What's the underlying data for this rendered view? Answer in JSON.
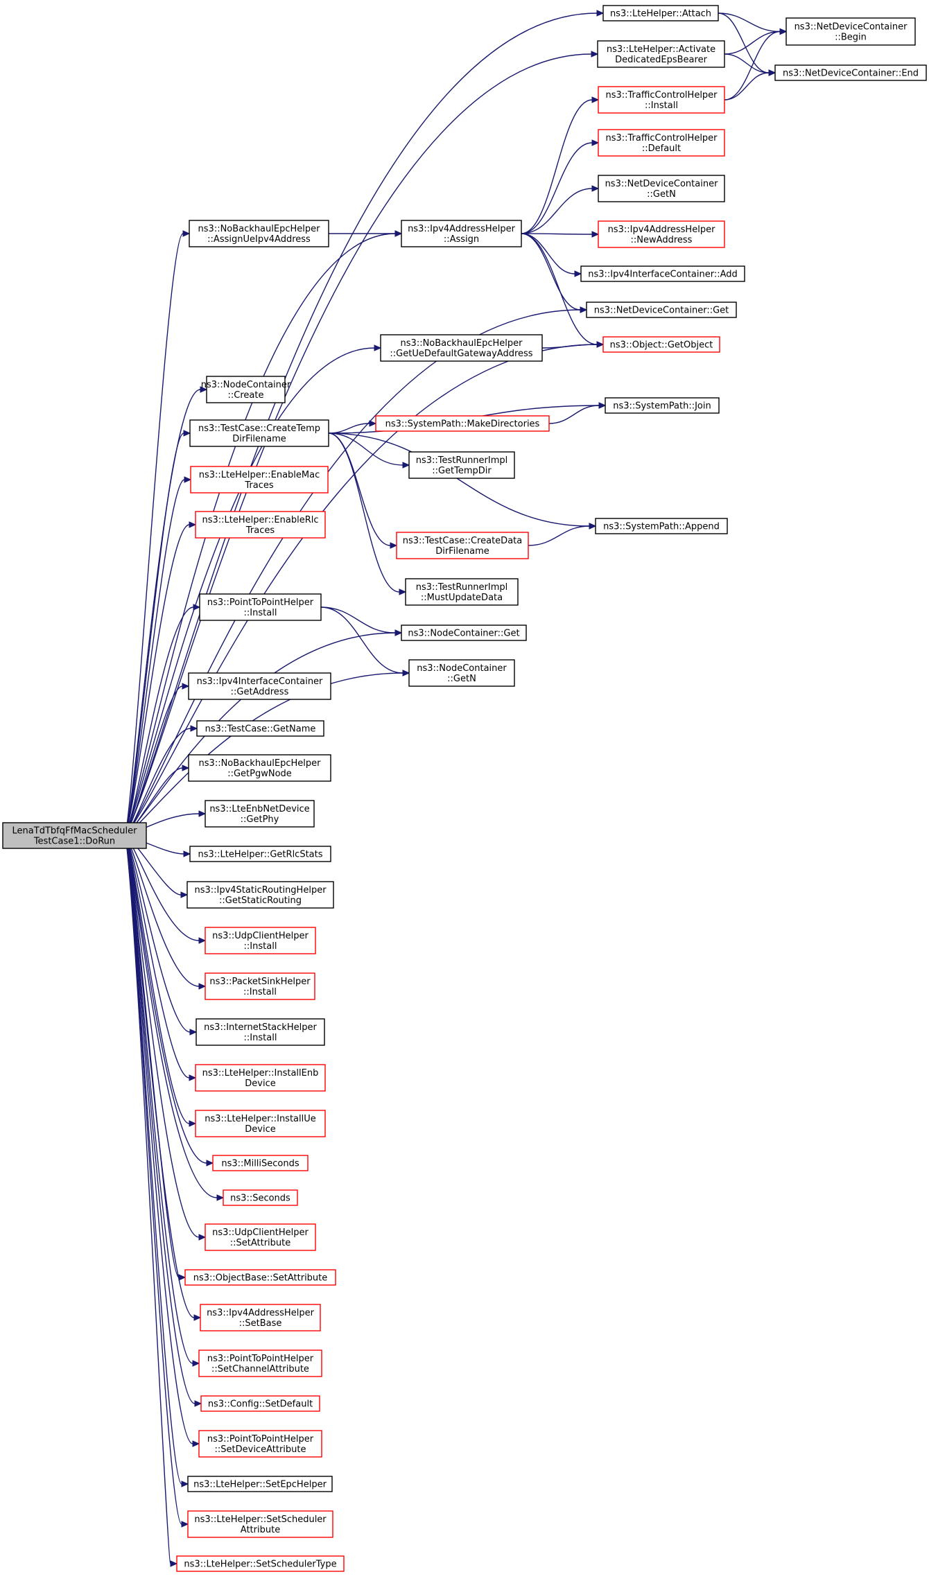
{
  "diagram": {
    "root": "n0",
    "nodes": [
      {
        "id": "n0",
        "lines": [
          "LenaTdTbfqFfMacScheduler",
          "TestCase1::DoRun"
        ],
        "color": "root"
      },
      {
        "id": "n1",
        "lines": [
          "ns3::LteHelper::Attach"
        ],
        "color": "black"
      },
      {
        "id": "n2",
        "lines": [
          "ns3::NetDeviceContainer",
          "::Begin"
        ],
        "color": "black"
      },
      {
        "id": "n3",
        "lines": [
          "ns3::NetDeviceContainer::End"
        ],
        "color": "black"
      },
      {
        "id": "n4",
        "lines": [
          "ns3::LteHelper::Activate",
          "DedicatedEpsBearer"
        ],
        "color": "black"
      },
      {
        "id": "n5",
        "lines": [
          "ns3::TrafficControlHelper",
          "::Install"
        ],
        "color": "red"
      },
      {
        "id": "n6",
        "lines": [
          "ns3::TrafficControlHelper",
          "::Default"
        ],
        "color": "red"
      },
      {
        "id": "n7",
        "lines": [
          "ns3::NetDeviceContainer",
          "::GetN"
        ],
        "color": "black"
      },
      {
        "id": "n8",
        "lines": [
          "ns3::Ipv4AddressHelper",
          "::NewAddress"
        ],
        "color": "red"
      },
      {
        "id": "n9",
        "lines": [
          "ns3::Ipv4InterfaceContainer::Add"
        ],
        "color": "black"
      },
      {
        "id": "n10",
        "lines": [
          "ns3::NetDeviceContainer::Get"
        ],
        "color": "black"
      },
      {
        "id": "n11",
        "lines": [
          "ns3::Object::GetObject"
        ],
        "color": "red"
      },
      {
        "id": "n12",
        "lines": [
          "ns3::NoBackhaulEpcHelper",
          "::AssignUeIpv4Address"
        ],
        "color": "black"
      },
      {
        "id": "n13",
        "lines": [
          "ns3::Ipv4AddressHelper",
          "::Assign"
        ],
        "color": "black"
      },
      {
        "id": "n14",
        "lines": [
          "ns3::NoBackhaulEpcHelper",
          "::GetUeDefaultGatewayAddress"
        ],
        "color": "black"
      },
      {
        "id": "n15",
        "lines": [
          "ns3::NodeContainer",
          "::Create"
        ],
        "color": "black"
      },
      {
        "id": "n16",
        "lines": [
          "ns3::TestCase::CreateTemp",
          "DirFilename"
        ],
        "color": "black"
      },
      {
        "id": "n17",
        "lines": [
          "ns3::SystemPath::MakeDirectories"
        ],
        "color": "red"
      },
      {
        "id": "n18",
        "lines": [
          "ns3::SystemPath::Join"
        ],
        "color": "black"
      },
      {
        "id": "n19",
        "lines": [
          "ns3::TestRunnerImpl",
          "::GetTempDir"
        ],
        "color": "black"
      },
      {
        "id": "n20",
        "lines": [
          "ns3::SystemPath::Append"
        ],
        "color": "black"
      },
      {
        "id": "n21",
        "lines": [
          "ns3::TestCase::CreateData",
          "DirFilename"
        ],
        "color": "red"
      },
      {
        "id": "n22",
        "lines": [
          "ns3::TestRunnerImpl",
          "::MustUpdateData"
        ],
        "color": "black"
      },
      {
        "id": "n23",
        "lines": [
          "ns3::LteHelper::EnableMac",
          "Traces"
        ],
        "color": "red"
      },
      {
        "id": "n24",
        "lines": [
          "ns3::LteHelper::EnableRlc",
          "Traces"
        ],
        "color": "red"
      },
      {
        "id": "n25",
        "lines": [
          "ns3::PointToPointHelper",
          "::Install"
        ],
        "color": "black"
      },
      {
        "id": "n26",
        "lines": [
          "ns3::NodeContainer::Get"
        ],
        "color": "black"
      },
      {
        "id": "n27",
        "lines": [
          "ns3::NodeContainer",
          "::GetN"
        ],
        "color": "black"
      },
      {
        "id": "n28",
        "lines": [
          "ns3::Ipv4InterfaceContainer",
          "::GetAddress"
        ],
        "color": "black"
      },
      {
        "id": "n29",
        "lines": [
          "ns3::TestCase::GetName"
        ],
        "color": "black"
      },
      {
        "id": "n30",
        "lines": [
          "ns3::NoBackhaulEpcHelper",
          "::GetPgwNode"
        ],
        "color": "black"
      },
      {
        "id": "n31",
        "lines": [
          "ns3::LteEnbNetDevice",
          "::GetPhy"
        ],
        "color": "black"
      },
      {
        "id": "n32",
        "lines": [
          "ns3::LteHelper::GetRlcStats"
        ],
        "color": "black"
      },
      {
        "id": "n33",
        "lines": [
          "ns3::Ipv4StaticRoutingHelper",
          "::GetStaticRouting"
        ],
        "color": "black"
      },
      {
        "id": "n34",
        "lines": [
          "ns3::UdpClientHelper",
          "::Install"
        ],
        "color": "red"
      },
      {
        "id": "n35",
        "lines": [
          "ns3::PacketSinkHelper",
          "::Install"
        ],
        "color": "red"
      },
      {
        "id": "n36",
        "lines": [
          "ns3::InternetStackHelper",
          "::Install"
        ],
        "color": "black"
      },
      {
        "id": "n37",
        "lines": [
          "ns3::LteHelper::InstallEnb",
          "Device"
        ],
        "color": "red"
      },
      {
        "id": "n38",
        "lines": [
          "ns3::LteHelper::InstallUe",
          "Device"
        ],
        "color": "red"
      },
      {
        "id": "n39",
        "lines": [
          "ns3::MilliSeconds"
        ],
        "color": "red"
      },
      {
        "id": "n40",
        "lines": [
          "ns3::Seconds"
        ],
        "color": "red"
      },
      {
        "id": "n41",
        "lines": [
          "ns3::UdpClientHelper",
          "::SetAttribute"
        ],
        "color": "red"
      },
      {
        "id": "n42",
        "lines": [
          "ns3::ObjectBase::SetAttribute"
        ],
        "color": "red"
      },
      {
        "id": "n43",
        "lines": [
          "ns3::Ipv4AddressHelper",
          "::SetBase"
        ],
        "color": "red"
      },
      {
        "id": "n44",
        "lines": [
          "ns3::PointToPointHelper",
          "::SetChannelAttribute"
        ],
        "color": "red"
      },
      {
        "id": "n45",
        "lines": [
          "ns3::Config::SetDefault"
        ],
        "color": "red"
      },
      {
        "id": "n46",
        "lines": [
          "ns3::PointToPointHelper",
          "::SetDeviceAttribute"
        ],
        "color": "red"
      },
      {
        "id": "n47",
        "lines": [
          "ns3::LteHelper::SetEpcHelper"
        ],
        "color": "black"
      },
      {
        "id": "n48",
        "lines": [
          "ns3::LteHelper::SetScheduler",
          "Attribute"
        ],
        "color": "red"
      },
      {
        "id": "n49",
        "lines": [
          "ns3::LteHelper::SetSchedulerType"
        ],
        "color": "red"
      }
    ],
    "edges": [
      [
        "n0",
        "n1"
      ],
      [
        "n0",
        "n4"
      ],
      [
        "n0",
        "n13"
      ],
      [
        "n0",
        "n12"
      ],
      [
        "n0",
        "n10"
      ],
      [
        "n0",
        "n11"
      ],
      [
        "n0",
        "n14"
      ],
      [
        "n0",
        "n15"
      ],
      [
        "n0",
        "n16"
      ],
      [
        "n0",
        "n23"
      ],
      [
        "n0",
        "n24"
      ],
      [
        "n0",
        "n26"
      ],
      [
        "n0",
        "n25"
      ],
      [
        "n0",
        "n27"
      ],
      [
        "n0",
        "n28"
      ],
      [
        "n0",
        "n29"
      ],
      [
        "n0",
        "n30"
      ],
      [
        "n0",
        "n31"
      ],
      [
        "n0",
        "n32"
      ],
      [
        "n0",
        "n33"
      ],
      [
        "n0",
        "n34"
      ],
      [
        "n0",
        "n35"
      ],
      [
        "n0",
        "n36"
      ],
      [
        "n0",
        "n37"
      ],
      [
        "n0",
        "n38"
      ],
      [
        "n0",
        "n39"
      ],
      [
        "n0",
        "n40"
      ],
      [
        "n0",
        "n41"
      ],
      [
        "n0",
        "n42"
      ],
      [
        "n0",
        "n43"
      ],
      [
        "n0",
        "n44"
      ],
      [
        "n0",
        "n45"
      ],
      [
        "n0",
        "n46"
      ],
      [
        "n0",
        "n47"
      ],
      [
        "n0",
        "n48"
      ],
      [
        "n0",
        "n49"
      ],
      [
        "n1",
        "n2"
      ],
      [
        "n1",
        "n3"
      ],
      [
        "n4",
        "n2"
      ],
      [
        "n4",
        "n3"
      ],
      [
        "n5",
        "n2"
      ],
      [
        "n5",
        "n3"
      ],
      [
        "n12",
        "n13"
      ],
      [
        "n13",
        "n5"
      ],
      [
        "n13",
        "n6"
      ],
      [
        "n13",
        "n7"
      ],
      [
        "n13",
        "n8"
      ],
      [
        "n13",
        "n9"
      ],
      [
        "n13",
        "n10"
      ],
      [
        "n13",
        "n11"
      ],
      [
        "n14",
        "n11"
      ],
      [
        "n16",
        "n18"
      ],
      [
        "n16",
        "n17"
      ],
      [
        "n16",
        "n19"
      ],
      [
        "n16",
        "n20"
      ],
      [
        "n16",
        "n21"
      ],
      [
        "n16",
        "n22"
      ],
      [
        "n17",
        "n18"
      ],
      [
        "n21",
        "n20"
      ],
      [
        "n25",
        "n26"
      ],
      [
        "n25",
        "n27"
      ]
    ]
  }
}
